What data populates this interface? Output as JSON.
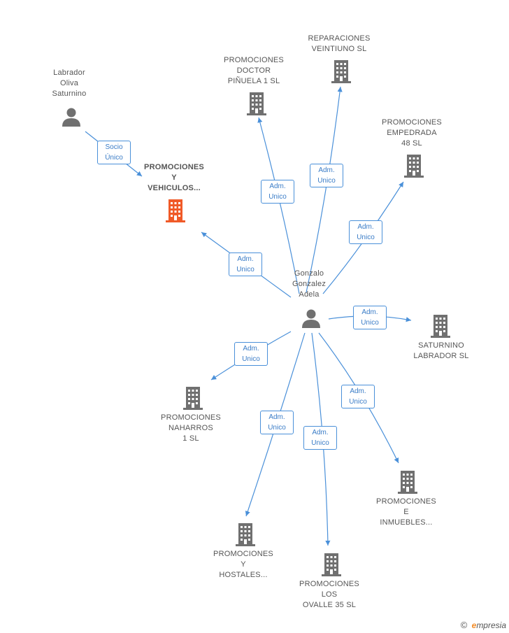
{
  "colors": {
    "edge": "#4a90d9",
    "building": "#707070",
    "building_main": "#f05a28",
    "person": "#707070"
  },
  "nodes": {
    "labrador": {
      "lines": [
        "Labrador",
        "Oliva",
        "Saturnino"
      ],
      "icon": "person-icon"
    },
    "gonzalo": {
      "lines": [
        "Gonzalo",
        "Gonzalez",
        "Adela"
      ],
      "icon": "person-icon"
    },
    "main": {
      "lines": [
        "PROMOCIONES",
        "Y",
        "VEHICULOS..."
      ],
      "icon": "building-icon"
    },
    "doctor": {
      "lines": [
        "PROMOCIONES",
        "DOCTOR",
        "PIÑUELA 1 SL"
      ],
      "icon": "building-icon"
    },
    "reparaciones": {
      "lines": [
        "REPARACIONES",
        "VEINTIUNO SL"
      ],
      "icon": "building-icon"
    },
    "empedrada": {
      "lines": [
        "PROMOCIONES",
        "EMPEDRADA",
        "48 SL"
      ],
      "icon": "building-icon"
    },
    "saturnino": {
      "lines": [
        "SATURNINO",
        "LABRADOR SL"
      ],
      "icon": "building-icon"
    },
    "naharros": {
      "lines": [
        "PROMOCIONES",
        "NAHARROS",
        "1 SL"
      ],
      "icon": "building-icon"
    },
    "inmuebles": {
      "lines": [
        "PROMOCIONES",
        "E",
        "INMUEBLES..."
      ],
      "icon": "building-icon"
    },
    "hostales": {
      "lines": [
        "PROMOCIONES",
        "Y",
        "HOSTALES..."
      ],
      "icon": "building-icon"
    },
    "ovalle": {
      "lines": [
        "PROMOCIONES",
        "LOS",
        "OVALLE 35 SL"
      ],
      "icon": "building-icon"
    }
  },
  "edges": {
    "socio": [
      "Socio",
      "Único"
    ],
    "adm": [
      "Adm.",
      "Unico"
    ]
  },
  "footer": {
    "copyright": "©",
    "brand_initial": "e",
    "brand_rest": "mpresia"
  }
}
